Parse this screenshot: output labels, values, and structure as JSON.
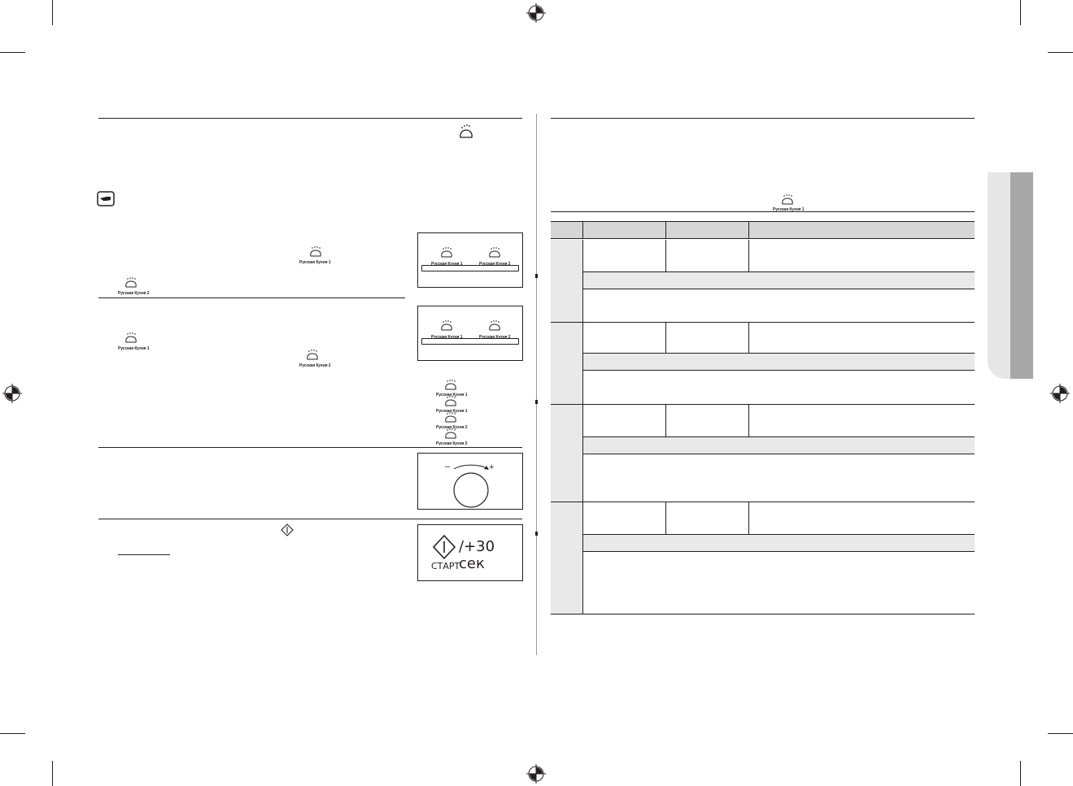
{
  "icon_labels": {
    "russian_cuisine_1": "Русская Кухня 1",
    "russian_cuisine_2": "Русская Кухня 2"
  },
  "control_panel": {
    "time_label": "/+30 сек",
    "start_label": "СТАРТ",
    "dial_minus": "–",
    "dial_plus": "+"
  },
  "colors": {
    "ink": "#231f20",
    "table_header_grey": "#d6d6d6",
    "row_band_grey": "#e9e9e9",
    "side_tab_light": "#e6e6e6",
    "side_tab_dark": "#a7a7a7"
  }
}
